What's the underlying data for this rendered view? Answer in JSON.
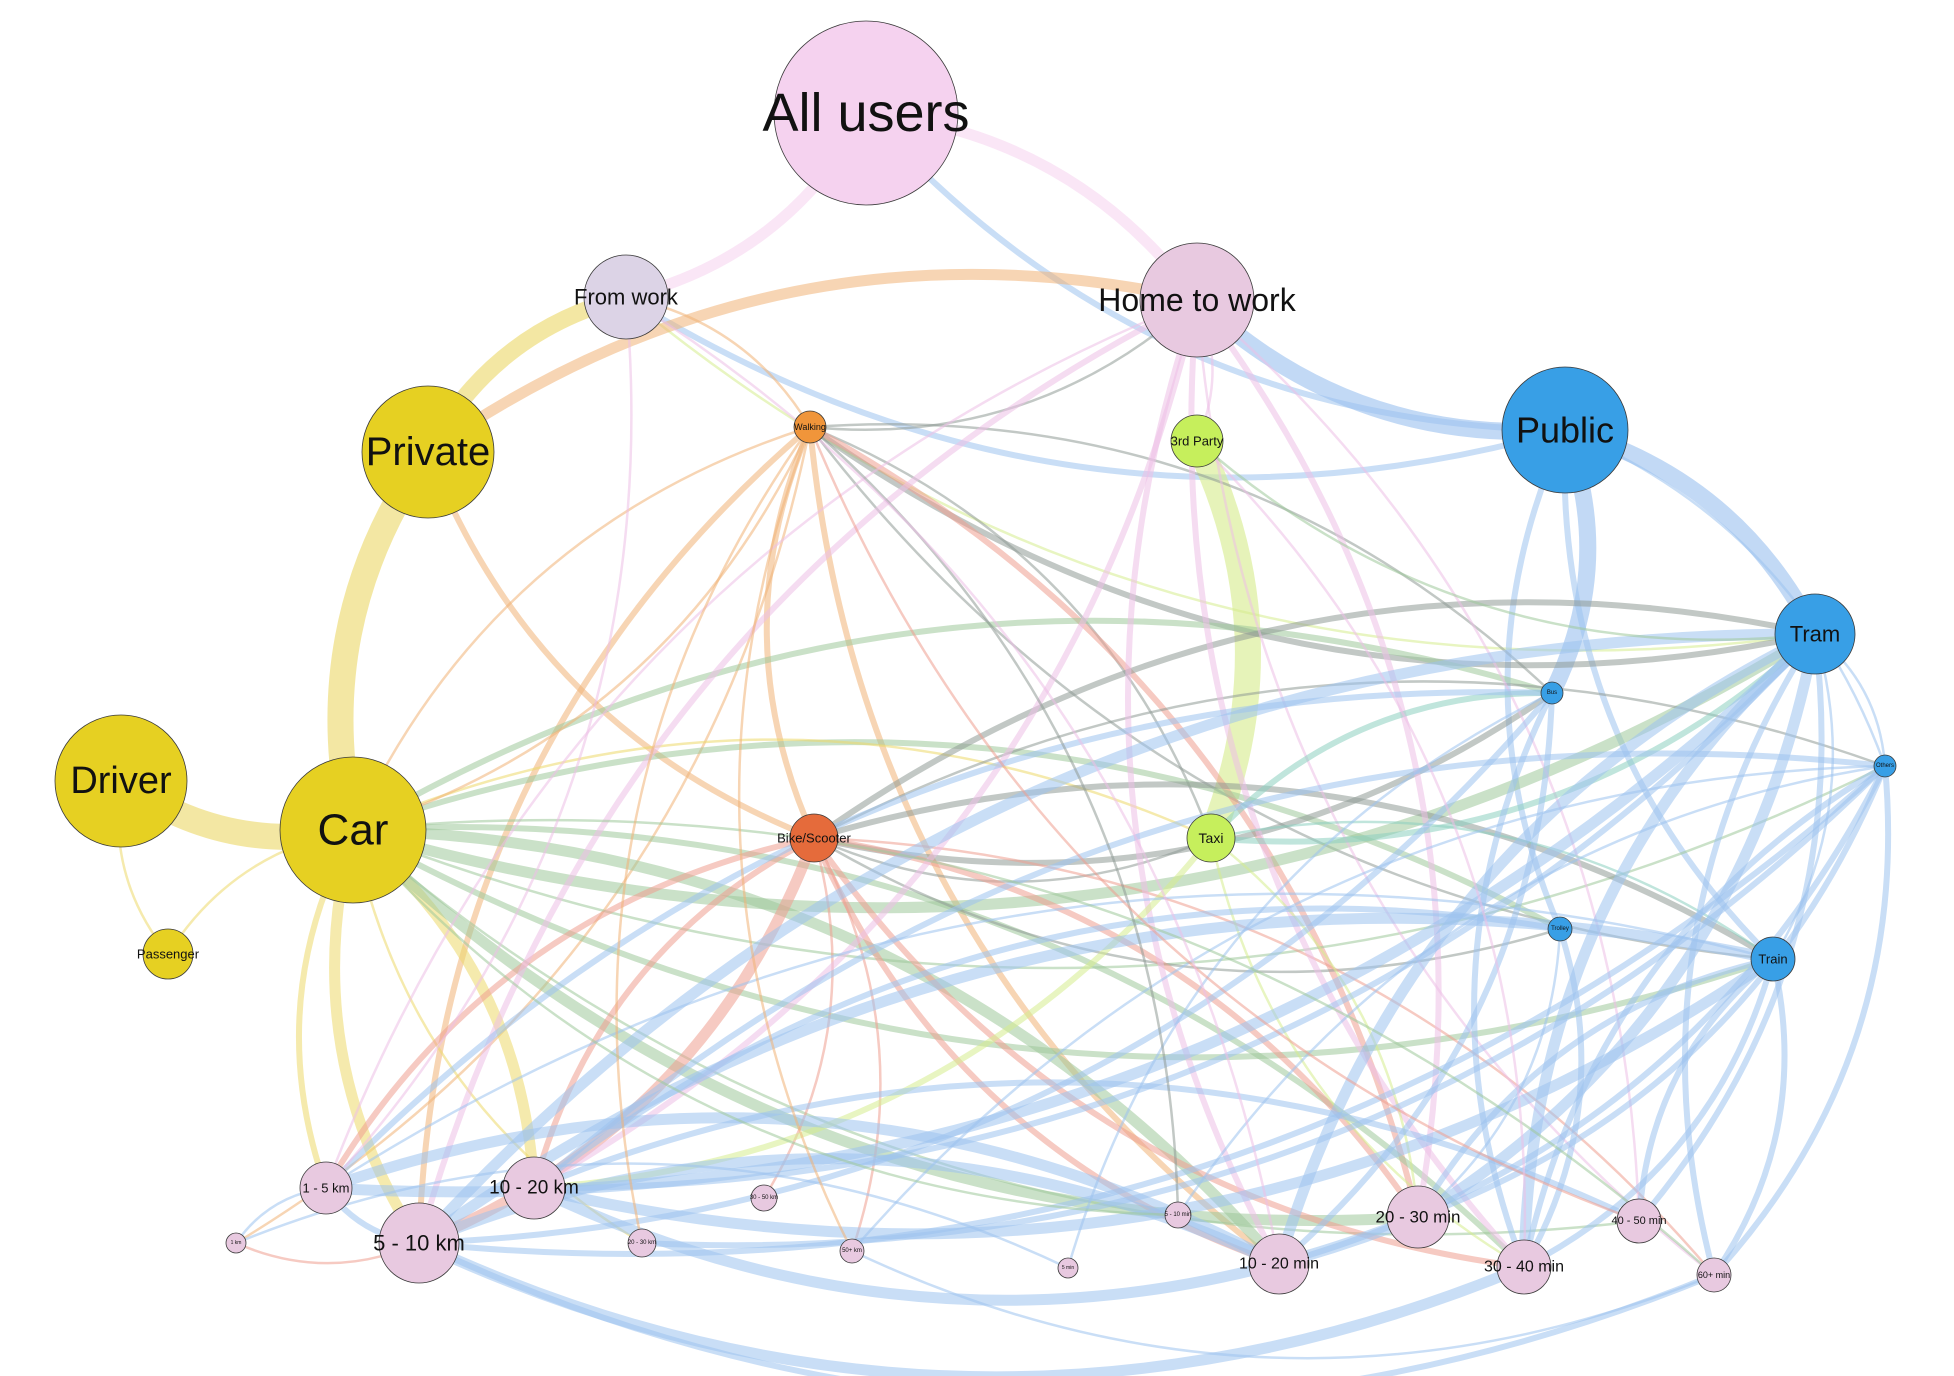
{
  "colors": {
    "pink": "#f5d2ef",
    "lavender": "#dcd3e6",
    "mauve": "#e8c9e0",
    "yellow": "#e6d022",
    "orange": "#f0953a",
    "red": "#e56b3b",
    "lime": "#c6ef5c",
    "blue": "#389fe6",
    "edge_blue": "#9cc2ef",
    "edge_grey": "#8f9a95",
    "edge_green": "#9fc99a",
    "edge_orange": "#f0b277",
    "edge_salmon": "#ee9f90",
    "edge_pink": "#ecbfe6",
    "edge_yellow": "#ecd86a",
    "edge_lime": "#d6ec8e",
    "edge_teal": "#8ccfc0"
  },
  "nodes": [
    {
      "id": "all",
      "label": "All users",
      "color": "pink",
      "size": 5
    },
    {
      "id": "from",
      "label": "From work",
      "color": "lavender",
      "size": 3
    },
    {
      "id": "home",
      "label": "Home to work",
      "color": "mauve",
      "size": 4
    },
    {
      "id": "private",
      "label": "Private",
      "color": "yellow",
      "size": 4
    },
    {
      "id": "public",
      "label": "Public",
      "color": "blue",
      "size": 4
    },
    {
      "id": "walking",
      "label": "Walking",
      "color": "orange",
      "size": 1
    },
    {
      "id": "party",
      "label": "3rd Party",
      "color": "lime",
      "size": 2
    },
    {
      "id": "driver",
      "label": "Driver",
      "color": "yellow",
      "size": 4
    },
    {
      "id": "car",
      "label": "Car",
      "color": "yellow",
      "size": 5
    },
    {
      "id": "passenger",
      "label": "Passenger",
      "color": "yellow",
      "size": 2
    },
    {
      "id": "bike",
      "label": "Bike/Scooter",
      "color": "red",
      "size": 2
    },
    {
      "id": "taxi",
      "label": "Taxi",
      "color": "lime",
      "size": 2
    },
    {
      "id": "tram",
      "label": "Tram",
      "color": "blue",
      "size": 3
    },
    {
      "id": "bus",
      "label": "Bus",
      "color": "blue",
      "size": 1
    },
    {
      "id": "others",
      "label": "Others",
      "color": "blue",
      "size": 1
    },
    {
      "id": "trolley",
      "label": "Trolley",
      "color": "blue",
      "size": 1
    },
    {
      "id": "train",
      "label": "Train",
      "color": "blue",
      "size": 2
    },
    {
      "id": "km1_5",
      "label": "1 - 5 km",
      "color": "mauve",
      "size": 2
    },
    {
      "id": "km10_20",
      "label": "10 - 20 km",
      "color": "mauve",
      "size": 3
    },
    {
      "id": "km5_10",
      "label": "5 - 10 km",
      "color": "mauve",
      "size": 3
    },
    {
      "id": "km1",
      "label": "1 km",
      "color": "mauve",
      "size": 1
    },
    {
      "id": "km30_50",
      "label": "30 - 50 km",
      "color": "mauve",
      "size": 1
    },
    {
      "id": "km20_30",
      "label": "20 - 30 km",
      "color": "mauve",
      "size": 1
    },
    {
      "id": "km50",
      "label": "50+ km",
      "color": "mauve",
      "size": 1
    },
    {
      "id": "min5",
      "label": "5 min",
      "color": "mauve",
      "size": 1
    },
    {
      "id": "min5_10",
      "label": "5 - 10 min",
      "color": "mauve",
      "size": 1
    },
    {
      "id": "min10_20",
      "label": "10 - 20 min",
      "color": "mauve",
      "size": 3
    },
    {
      "id": "min20_30",
      "label": "20 - 30 min",
      "color": "mauve",
      "size": 3
    },
    {
      "id": "min30_40",
      "label": "30 - 40 min",
      "color": "mauve",
      "size": 3
    },
    {
      "id": "min40_50",
      "label": "40 - 50 min",
      "color": "mauve",
      "size": 2
    },
    {
      "id": "min60",
      "label": "60+ min",
      "color": "mauve",
      "size": 1
    }
  ],
  "edges": [
    [
      "all",
      "from",
      "pink",
      3
    ],
    [
      "all",
      "home",
      "pink",
      3
    ],
    [
      "all",
      "public",
      "edge_blue",
      2
    ],
    [
      "from",
      "private",
      "edge_yellow",
      4
    ],
    [
      "from",
      "public",
      "edge_blue",
      2
    ],
    [
      "from",
      "walking",
      "edge_orange",
      1
    ],
    [
      "from",
      "tram",
      "edge_lime",
      1
    ],
    [
      "home",
      "private",
      "edge_orange",
      3
    ],
    [
      "home",
      "public",
      "edge_blue",
      4
    ],
    [
      "home",
      "party",
      "edge_pink",
      1
    ],
    [
      "home",
      "walking",
      "edge_grey",
      1
    ],
    [
      "private",
      "car",
      "edge_yellow",
      5
    ],
    [
      "private",
      "bike",
      "edge_orange",
      2
    ],
    [
      "party",
      "taxi",
      "edge_lime",
      5
    ],
    [
      "car",
      "driver",
      "edge_yellow",
      5
    ],
    [
      "car",
      "passenger",
      "edge_yellow",
      1
    ],
    [
      "driver",
      "passenger",
      "edge_yellow",
      1
    ],
    [
      "public",
      "tram",
      "edge_blue",
      4
    ],
    [
      "public",
      "bus",
      "edge_blue",
      4
    ],
    [
      "public",
      "trolley",
      "edge_blue",
      2
    ],
    [
      "public",
      "train",
      "edge_blue",
      2
    ],
    [
      "public",
      "others",
      "edge_blue",
      1
    ],
    [
      "walking",
      "tram",
      "edge_grey",
      2
    ],
    [
      "walking",
      "bus",
      "edge_grey",
      1
    ],
    [
      "walking",
      "train",
      "edge_grey",
      1
    ],
    [
      "walking",
      "taxi",
      "edge_grey",
      1
    ],
    [
      "walking",
      "km1",
      "edge_orange",
      1
    ],
    [
      "walking",
      "km5_10",
      "edge_orange",
      2
    ],
    [
      "walking",
      "min10_20",
      "edge_orange",
      2
    ],
    [
      "walking",
      "min20_30",
      "edge_salmon",
      2
    ],
    [
      "walking",
      "bike",
      "edge_orange",
      2
    ],
    [
      "walking",
      "car",
      "edge_orange",
      1
    ],
    [
      "car",
      "tram",
      "edge_green",
      3
    ],
    [
      "car",
      "bus",
      "edge_green",
      2
    ],
    [
      "car",
      "train",
      "edge_green",
      2
    ],
    [
      "car",
      "trolley",
      "edge_green",
      2
    ],
    [
      "car",
      "others",
      "edge_green",
      1
    ],
    [
      "car",
      "taxi",
      "edge_yellow",
      1
    ],
    [
      "car",
      "walking",
      "edge_orange",
      1
    ],
    [
      "car",
      "km1_5",
      "edge_yellow",
      2
    ],
    [
      "car",
      "km5_10",
      "edge_yellow",
      3
    ],
    [
      "car",
      "km10_20",
      "edge_yellow",
      3
    ],
    [
      "car",
      "km20_30",
      "edge_yellow",
      1
    ],
    [
      "car",
      "min10_20",
      "edge_green",
      3
    ],
    [
      "car",
      "min20_30",
      "edge_green",
      3
    ],
    [
      "car",
      "min30_40",
      "edge_green",
      2
    ],
    [
      "car",
      "min40_50",
      "edge_green",
      1
    ],
    [
      "bike",
      "tram",
      "edge_grey",
      2
    ],
    [
      "bike",
      "bus",
      "edge_grey",
      2
    ],
    [
      "bike",
      "train",
      "edge_grey",
      2
    ],
    [
      "bike",
      "trolley",
      "edge_grey",
      1
    ],
    [
      "bike",
      "others",
      "edge_grey",
      1
    ],
    [
      "bike",
      "taxi",
      "edge_grey",
      1
    ],
    [
      "bike",
      "km1_5",
      "edge_salmon",
      2
    ],
    [
      "bike",
      "km5_10",
      "edge_salmon",
      3
    ],
    [
      "bike",
      "km10_20",
      "edge_salmon",
      2
    ],
    [
      "bike",
      "min10_20",
      "edge_salmon",
      2
    ],
    [
      "bike",
      "min20_30",
      "edge_salmon",
      2
    ],
    [
      "bike",
      "min30_40",
      "edge_salmon",
      2
    ],
    [
      "bike",
      "min60",
      "edge_salmon",
      1
    ],
    [
      "bike",
      "km30_50",
      "edge_salmon",
      1
    ],
    [
      "bike",
      "km50",
      "edge_salmon",
      1
    ],
    [
      "home",
      "min10_20",
      "edge_pink",
      2
    ],
    [
      "home",
      "min20_30",
      "edge_pink",
      2
    ],
    [
      "home",
      "min30_40",
      "edge_pink",
      2
    ],
    [
      "home",
      "min40_50",
      "edge_pink",
      1
    ],
    [
      "home",
      "min60",
      "edge_pink",
      1
    ],
    [
      "home",
      "km5_10",
      "edge_pink",
      2
    ],
    [
      "home",
      "km10_20",
      "edge_pink",
      2
    ],
    [
      "home",
      "km1_5",
      "edge_pink",
      1
    ],
    [
      "taxi",
      "tram",
      "edge_teal",
      2
    ],
    [
      "taxi",
      "bus",
      "edge_teal",
      2
    ],
    [
      "taxi",
      "km10_20",
      "edge_lime",
      2
    ],
    [
      "taxi",
      "min20_30",
      "edge_lime",
      1
    ],
    [
      "taxi",
      "min30_40",
      "edge_lime",
      1
    ],
    [
      "taxi",
      "train",
      "edge_teal",
      1
    ],
    [
      "tram",
      "km1_5",
      "edge_blue",
      3
    ],
    [
      "tram",
      "km5_10",
      "edge_blue",
      3
    ],
    [
      "tram",
      "km10_20",
      "edge_blue",
      2
    ],
    [
      "tram",
      "min10_20",
      "edge_blue",
      3
    ],
    [
      "tram",
      "min20_30",
      "edge_blue",
      3
    ],
    [
      "tram",
      "min30_40",
      "edge_blue",
      3
    ],
    [
      "tram",
      "min40_50",
      "edge_blue",
      2
    ],
    [
      "tram",
      "min60",
      "edge_blue",
      2
    ],
    [
      "tram",
      "train",
      "edge_blue",
      1
    ],
    [
      "tram",
      "others",
      "edge_blue",
      1
    ],
    [
      "others",
      "km5_10",
      "edge_blue",
      2
    ],
    [
      "others",
      "km10_20",
      "edge_blue",
      2
    ],
    [
      "others",
      "min20_30",
      "edge_blue",
      2
    ],
    [
      "others",
      "min30_40",
      "edge_blue",
      2
    ],
    [
      "others",
      "min60",
      "edge_blue",
      2
    ],
    [
      "others",
      "min5_10",
      "edge_blue",
      1
    ],
    [
      "others",
      "km20_30",
      "edge_blue",
      2
    ],
    [
      "others",
      "km50",
      "edge_blue",
      1
    ],
    [
      "others",
      "min10_20",
      "edge_blue",
      2
    ],
    [
      "bus",
      "km1_5",
      "edge_blue",
      2
    ],
    [
      "bus",
      "min10_20",
      "edge_blue",
      2
    ],
    [
      "bus",
      "min30_40",
      "edge_blue",
      2
    ],
    [
      "bus",
      "km5_10",
      "edge_blue",
      2
    ],
    [
      "bus",
      "min5",
      "edge_blue",
      1
    ],
    [
      "trolley",
      "min30_40",
      "edge_blue",
      2
    ],
    [
      "trolley",
      "km10_20",
      "edge_blue",
      2
    ],
    [
      "trolley",
      "min20_30",
      "edge_blue",
      1
    ],
    [
      "train",
      "km5_10",
      "edge_blue",
      3
    ],
    [
      "train",
      "km10_20",
      "edge_blue",
      3
    ],
    [
      "train",
      "min20_30",
      "edge_blue",
      2
    ],
    [
      "train",
      "min30_40",
      "edge_blue",
      2
    ],
    [
      "train",
      "min40_50",
      "edge_blue",
      2
    ],
    [
      "train",
      "min60",
      "edge_blue",
      2
    ],
    [
      "train",
      "km1_5",
      "edge_blue",
      1
    ],
    [
      "km1",
      "km5_10",
      "edge_salmon",
      1
    ],
    [
      "km1",
      "km1_5",
      "edge_blue",
      1
    ],
    [
      "km1_5",
      "km5_10",
      "edge_blue",
      2
    ],
    [
      "km5_10",
      "min10_20",
      "edge_blue",
      3
    ],
    [
      "km10_20",
      "min20_30",
      "edge_blue",
      3
    ],
    [
      "km1_5",
      "min10_20",
      "edge_blue",
      3
    ],
    [
      "km5_10",
      "min30_40",
      "edge_blue",
      3
    ],
    [
      "km10_20",
      "min40_50",
      "edge_blue",
      2
    ],
    [
      "km5_10",
      "min60",
      "edge_blue",
      2
    ],
    [
      "km1",
      "min5",
      "edge_blue",
      1
    ],
    [
      "km50",
      "min60",
      "edge_blue",
      1
    ],
    [
      "car",
      "min60",
      "edge_green",
      1
    ],
    [
      "car",
      "min5_10",
      "edge_green",
      1
    ],
    [
      "walking",
      "min5_10",
      "edge_grey",
      1
    ],
    [
      "walking",
      "min40_50",
      "edge_salmon",
      1
    ],
    [
      "walking",
      "km20_30",
      "edge_orange",
      1
    ],
    [
      "walking",
      "km50",
      "edge_orange",
      1
    ],
    [
      "from",
      "min10_20",
      "edge_pink",
      1
    ],
    [
      "from",
      "km1_5",
      "edge_pink",
      1
    ],
    [
      "party",
      "min30_40",
      "edge_pink",
      1
    ],
    [
      "party",
      "tram",
      "edge_green",
      1
    ]
  ]
}
